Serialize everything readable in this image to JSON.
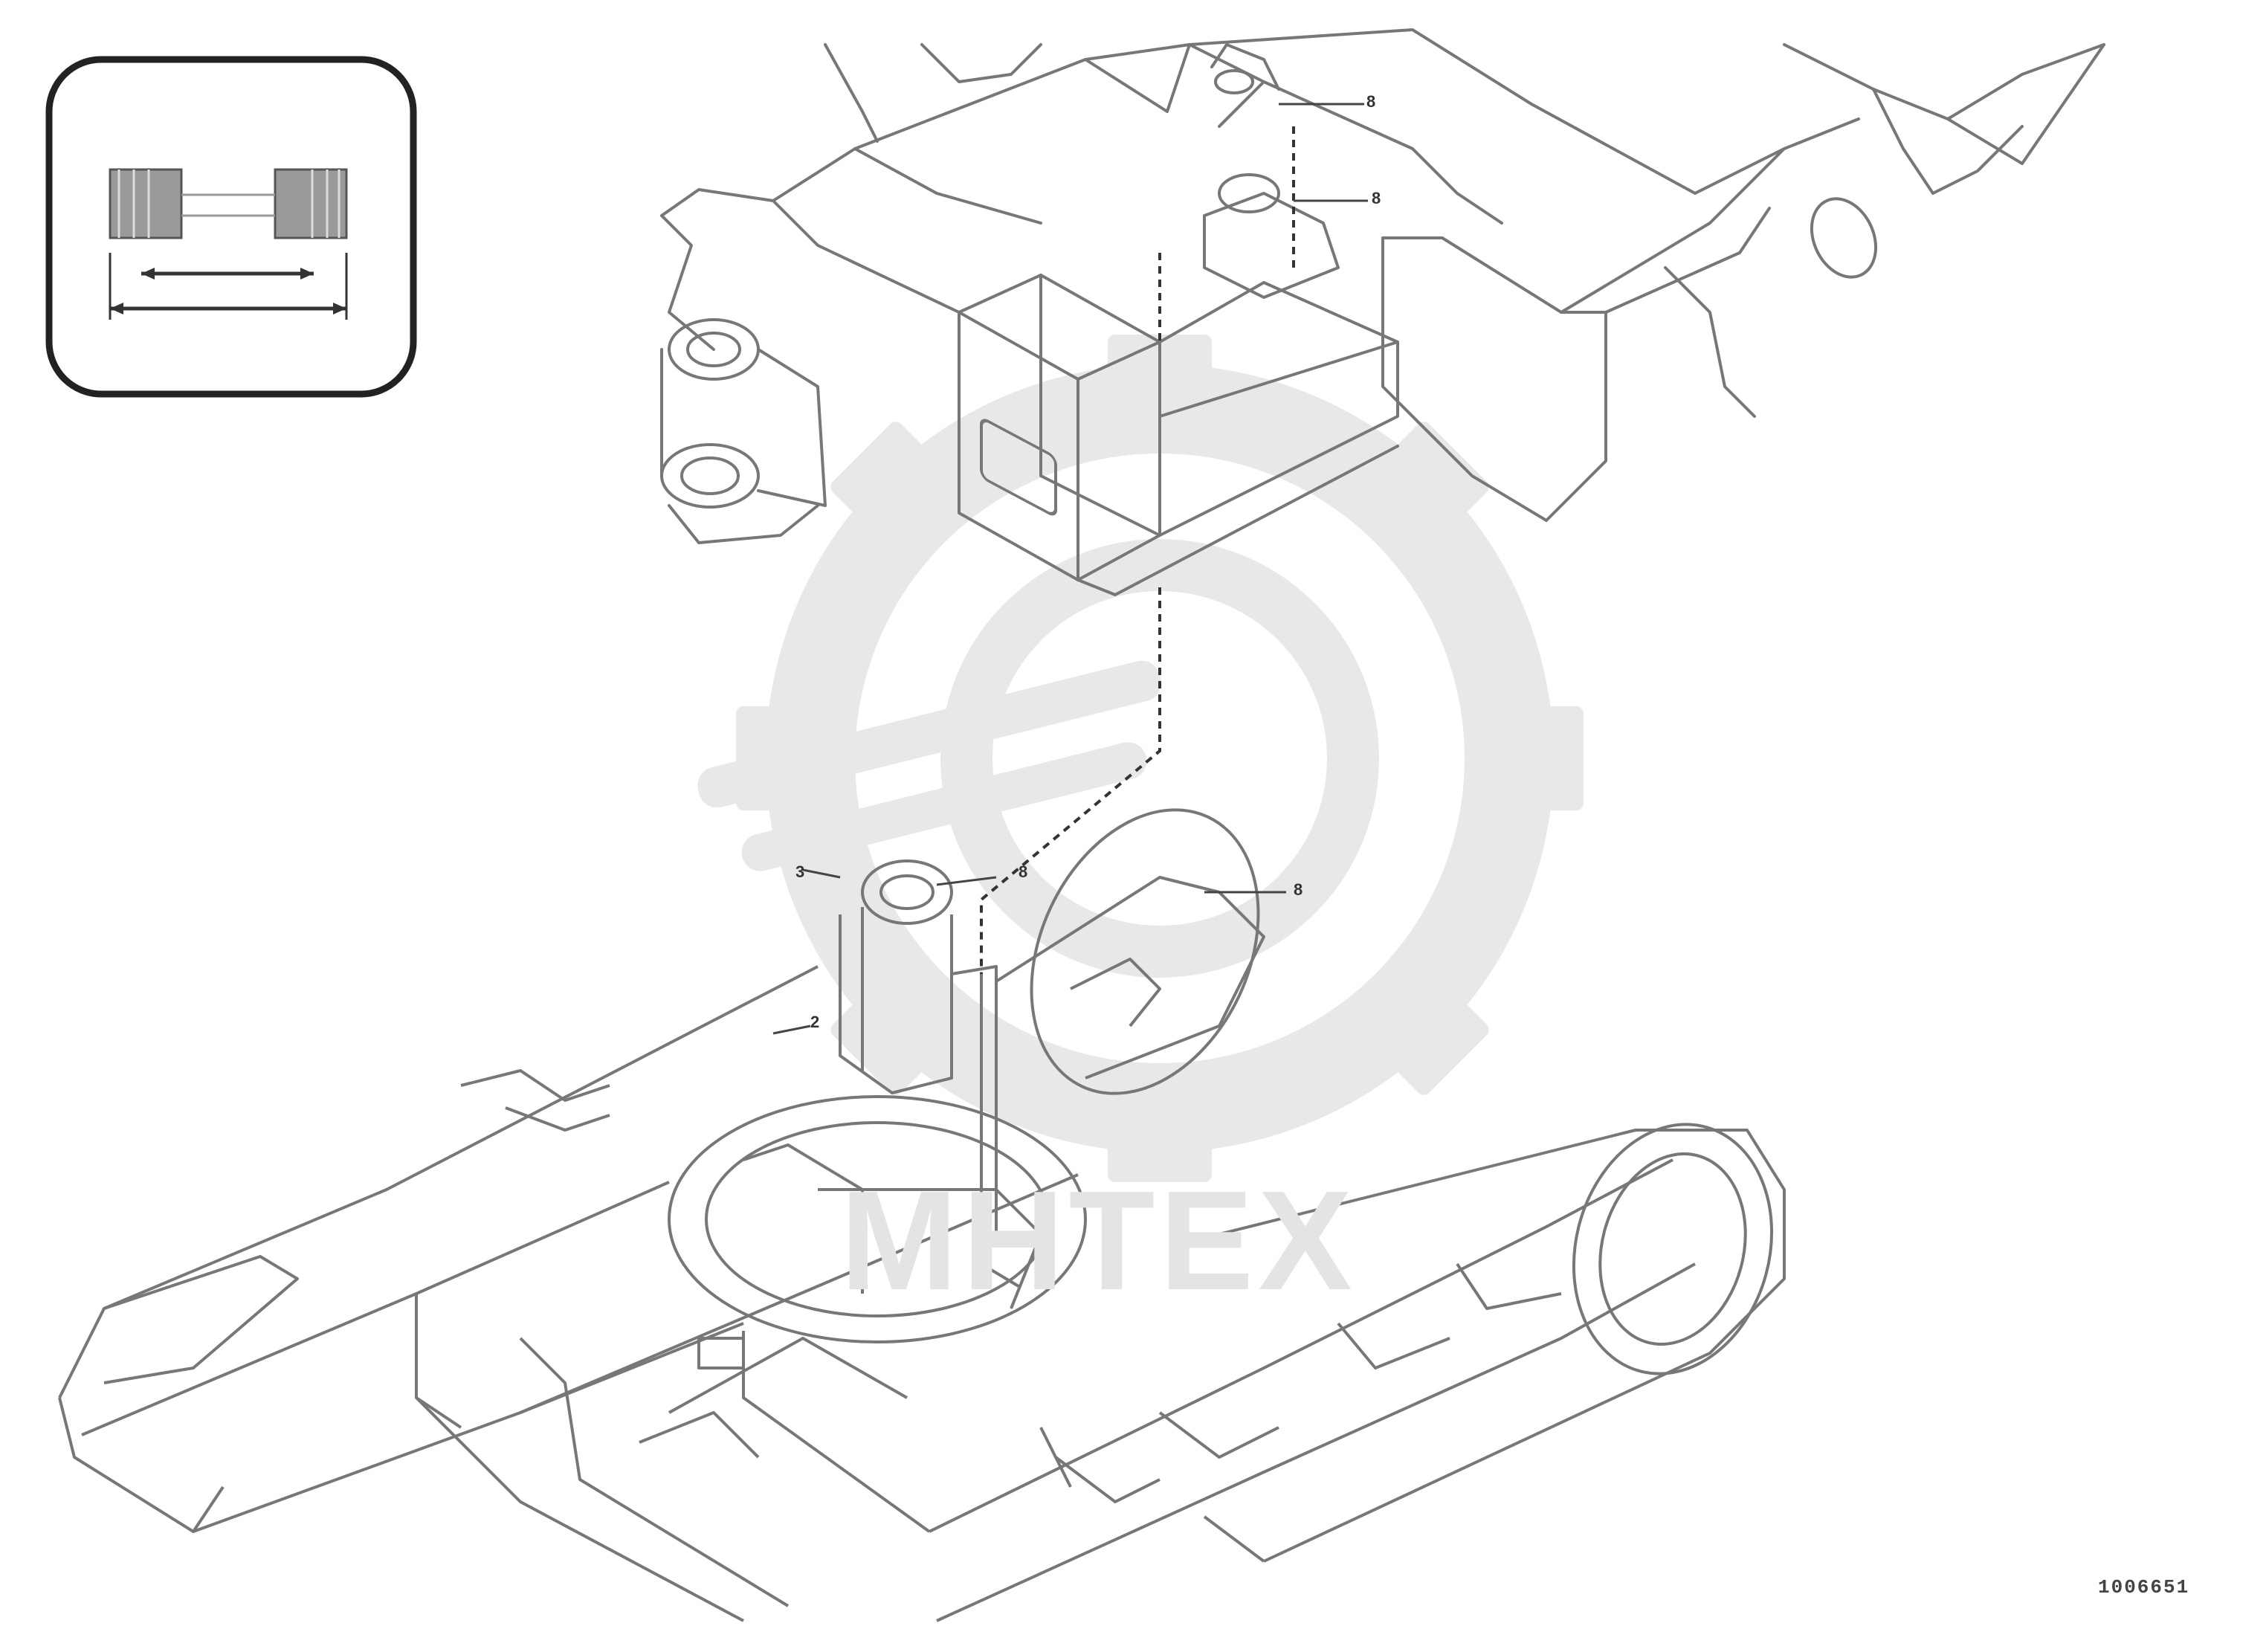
{
  "diagram": {
    "callouts": [
      "8",
      "8",
      "8",
      "8",
      "3",
      "2"
    ],
    "footer_note": "",
    "figure_id": "1006651"
  },
  "colors": {
    "line": "#777777",
    "watermark": "#e6e6e6",
    "frame": "#222222"
  },
  "icons": [
    "hose-length-icon",
    "gear-watermark-icon"
  ],
  "watermark": {
    "text": "MHTEX"
  }
}
